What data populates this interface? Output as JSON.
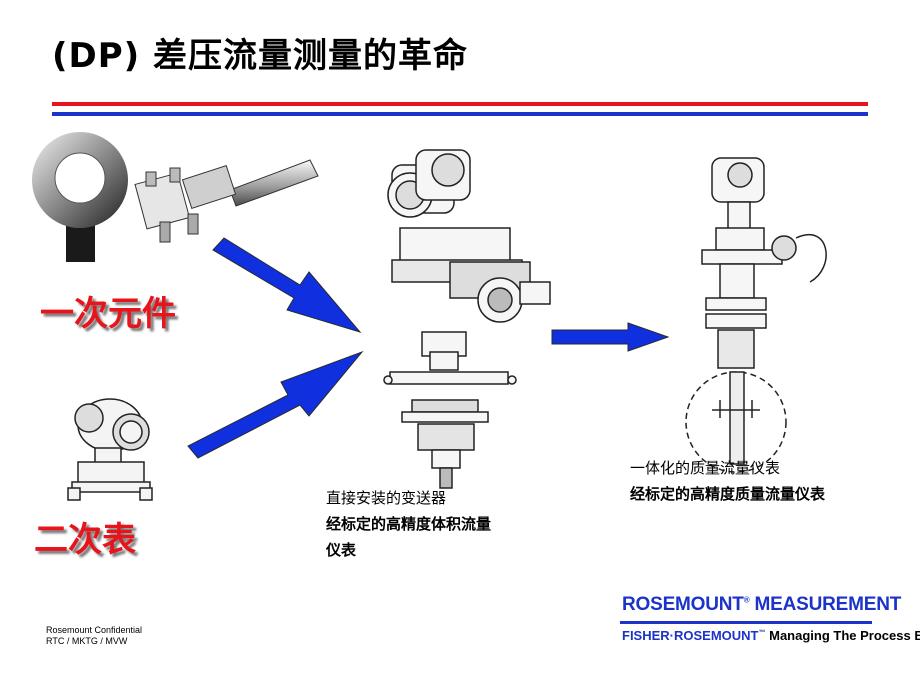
{
  "slide": {
    "title": "(DP) 差压流量测量的革命",
    "primary_element_label": "一次元件",
    "secondary_instrument_label": "二次表",
    "direct_mount": {
      "line1": "直接安装的变送器",
      "line2": "经标定的高精度体积流量",
      "line3": "仪表"
    },
    "integrated": {
      "line1": "一体化的质量流量仪表",
      "line2": "经标定的高精度质量流量仪表"
    },
    "footer": {
      "line1": "Rosemount Confidential",
      "line2": "RTC / MKTG / MVW"
    },
    "brand": {
      "title": "ROSEMOUNT",
      "title_mark": "®",
      "title_suffix": " MEASUREMENT",
      "company": "FISHER·ROSEMOUNT",
      "company_mark": "™",
      "slogan": " Managing The Process Better.",
      "slogan_mark": "™"
    },
    "colors": {
      "red": "#e8141b",
      "blue": "#1b33c9",
      "arrow": "#1030e0"
    }
  }
}
